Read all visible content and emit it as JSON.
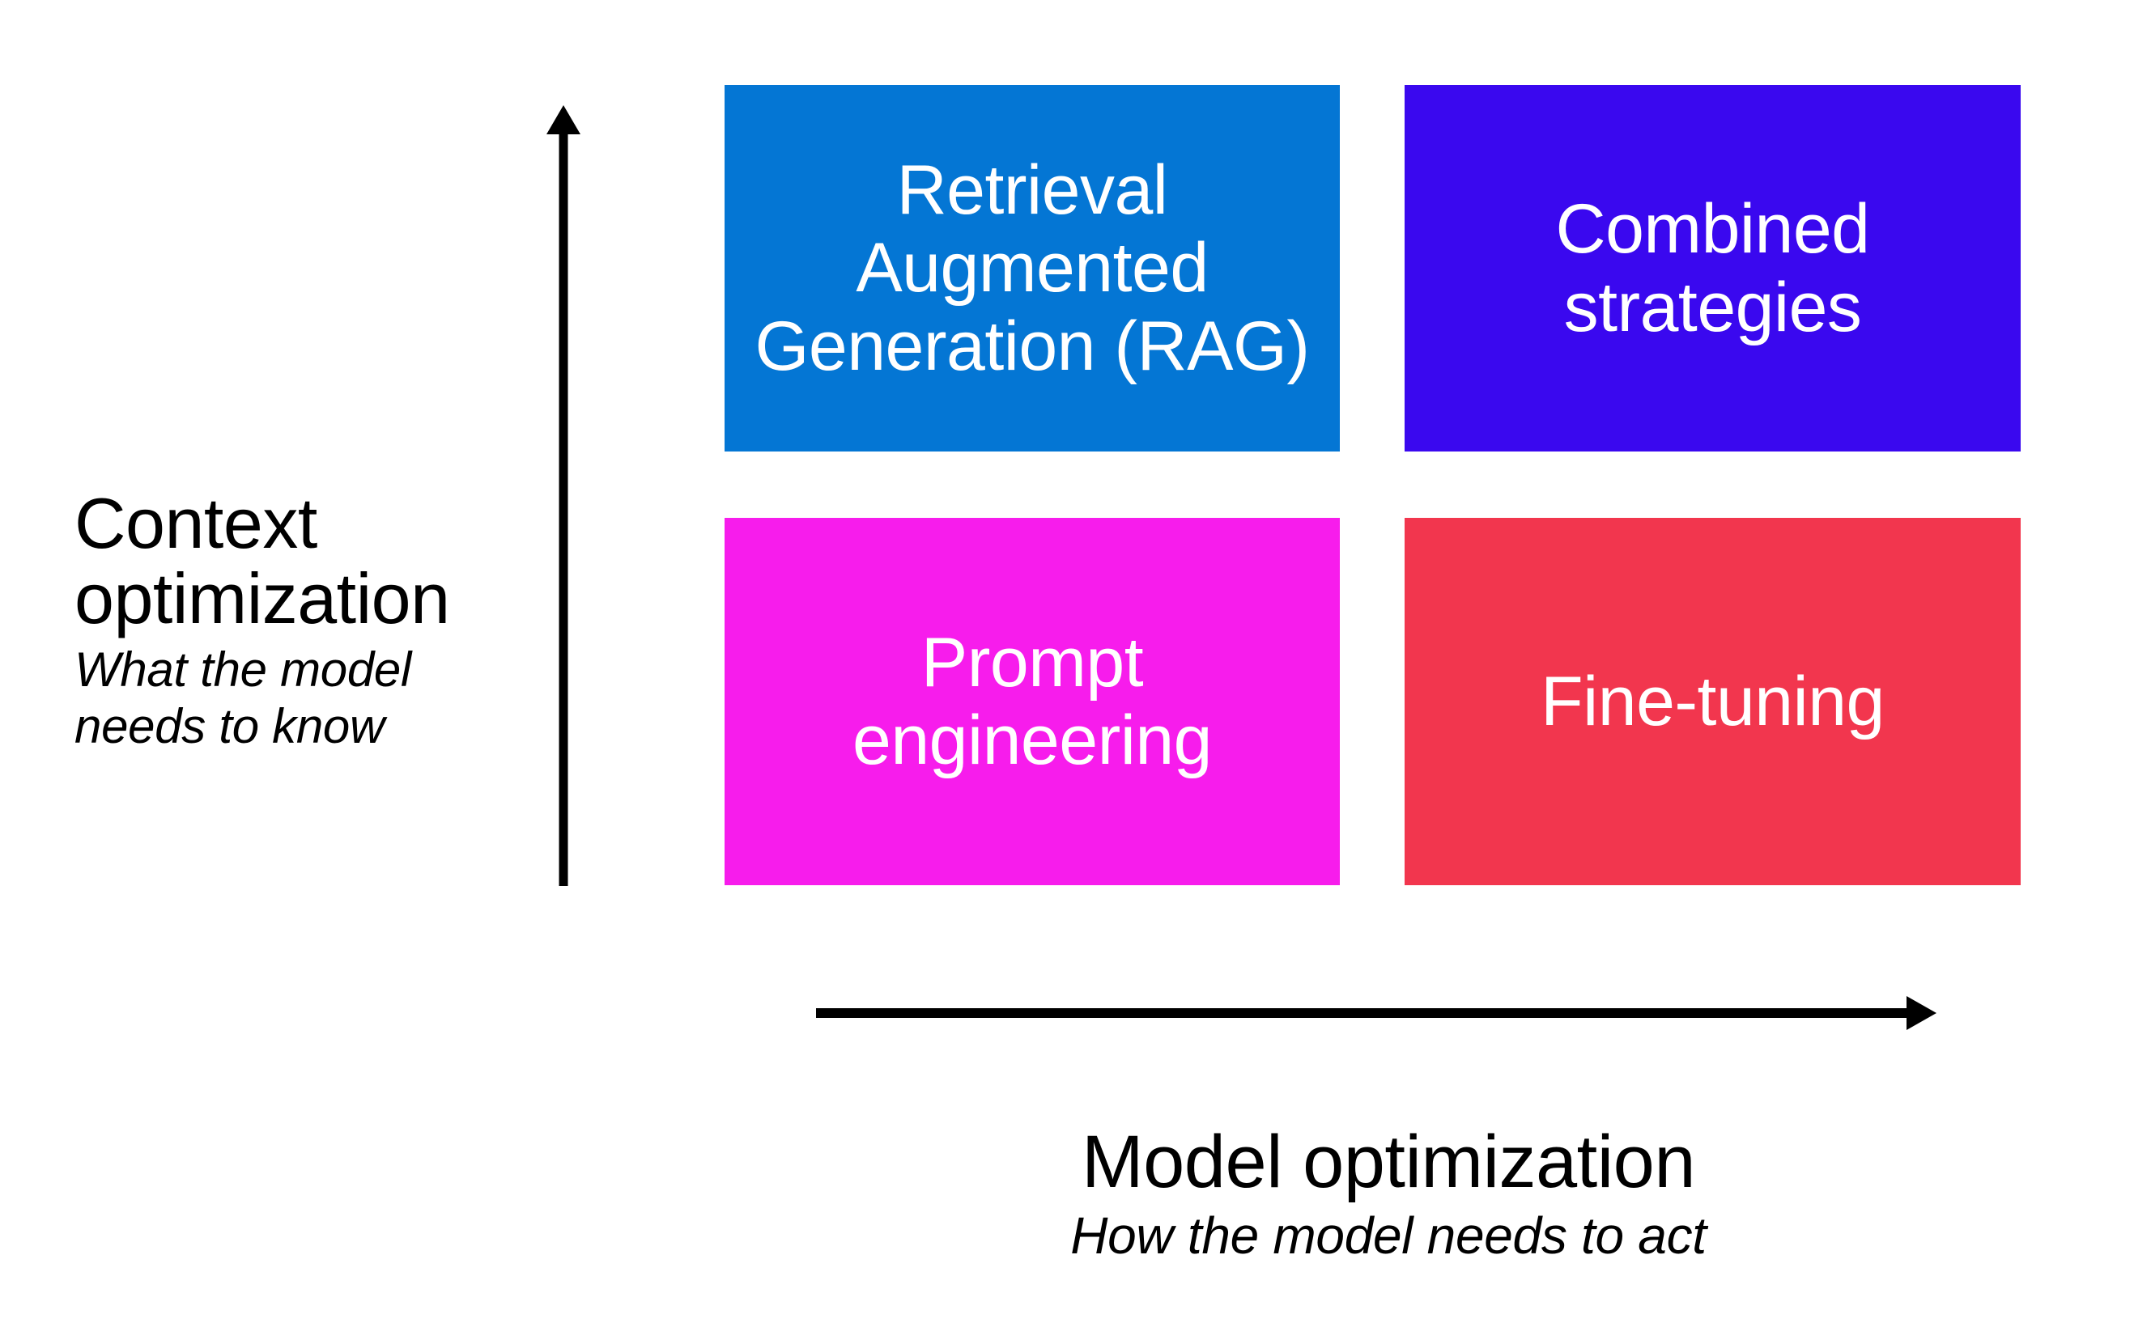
{
  "diagram": {
    "type": "2x2-matrix",
    "background_color": "#FFFFFF",
    "axes": {
      "y": {
        "title": "Context\noptimization",
        "subtitle": "What the model\nneeds to know",
        "direction": "up",
        "arrow_color": "#000000",
        "icon": "up-arrow-icon"
      },
      "x": {
        "title": "Model optimization",
        "subtitle": "How the model needs to act",
        "direction": "right",
        "arrow_color": "#000000",
        "icon": "right-arrow-icon"
      }
    },
    "quadrants": [
      {
        "id": "rag",
        "label": "Retrieval\nAugmented\nGeneration (RAG)",
        "color": "#0476D4",
        "text_color": "#FFFFFF",
        "position": "top-left",
        "x_level": "low",
        "y_level": "high"
      },
      {
        "id": "combined",
        "label": "Combined\nstrategies",
        "color": "#3A08EF",
        "text_color": "#FFFFFF",
        "position": "top-right",
        "x_level": "high",
        "y_level": "high"
      },
      {
        "id": "prompt",
        "label": "Prompt\nengineering",
        "color": "#F71CEC",
        "text_color": "#FFFFFF",
        "position": "bottom-left",
        "x_level": "low",
        "y_level": "low"
      },
      {
        "id": "finetune",
        "label": "Fine-tuning",
        "color": "#F2364E",
        "text_color": "#FFFFFF",
        "position": "bottom-right",
        "x_level": "high",
        "y_level": "low"
      }
    ]
  }
}
